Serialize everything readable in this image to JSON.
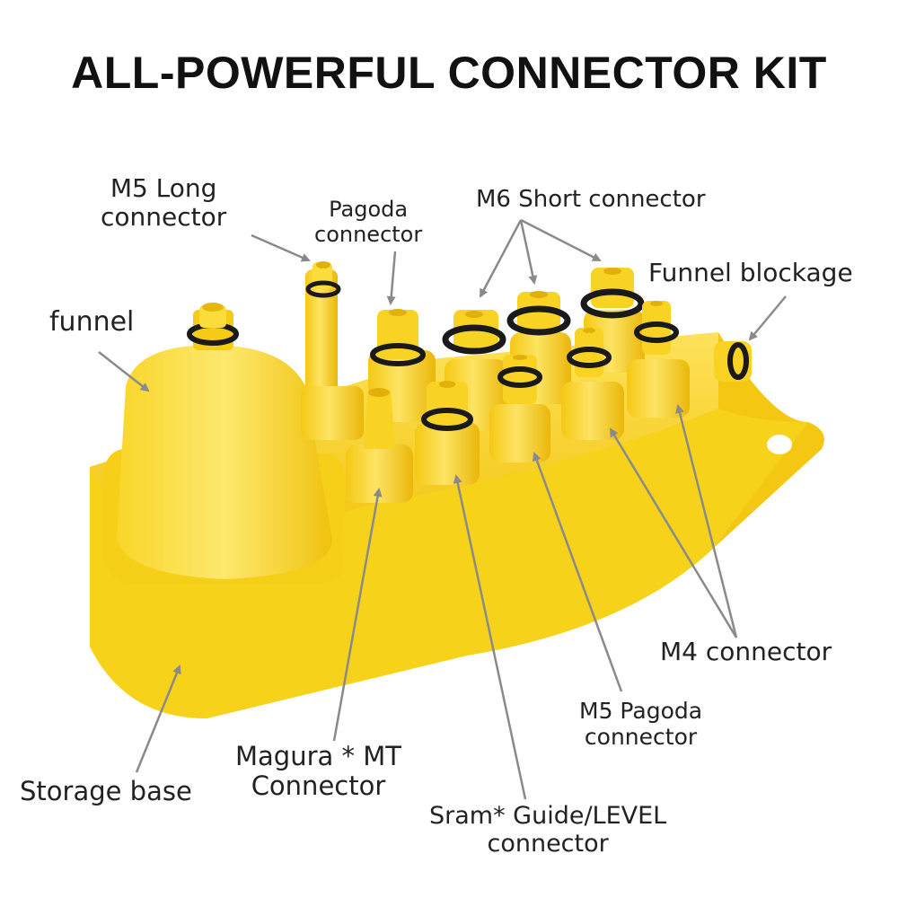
{
  "title": "ALL-POWERFUL CONNECTOR KIT",
  "colors": {
    "product_yellow": "#f7d21a",
    "product_shadow": "#e0b20b",
    "product_highlight": "#fde66a",
    "o_ring": "#1a1a1a",
    "leader_line": "#8a8a8a"
  },
  "labels": {
    "m5_long": [
      "M5 Long",
      "connector"
    ],
    "pagoda": [
      "Pagoda",
      "connector"
    ],
    "m6_short": "M6 Short connector",
    "funnel_blockage": "Funnel blockage",
    "funnel": "funnel",
    "m4": "M4 connector",
    "m5_pagoda": [
      "M5 Pagoda",
      "connector"
    ],
    "magura": [
      "Magura * MT",
      "Connector"
    ],
    "sram": [
      "Sram* Guide/LEVEL",
      "connector"
    ],
    "storage_base": "Storage base"
  }
}
